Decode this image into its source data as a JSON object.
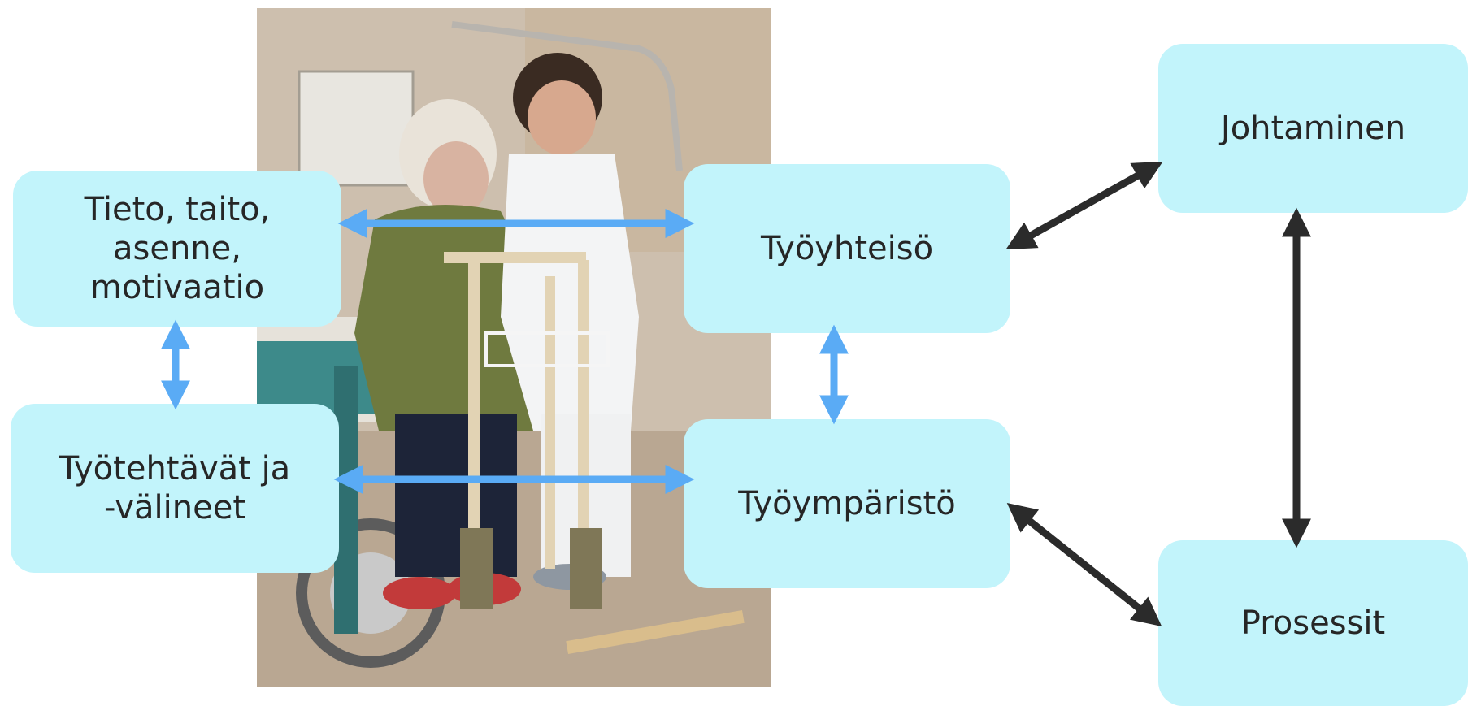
{
  "boxes": {
    "tieto": [
      "Tieto, taito,",
      "asenne,",
      "motivaatio"
    ],
    "tyotehtavat": [
      "Työtehtävät ja",
      "-välineet"
    ],
    "tyoyhteiso": [
      "Työyhteisö"
    ],
    "tyoymparisto": [
      "Työympäristö"
    ],
    "johtaminen": [
      "Johtaminen"
    ],
    "prosessit": [
      "Prosessit"
    ]
  },
  "colors": {
    "box_fill": "#c2f4fb",
    "text": "#262626",
    "arrow_blue": "#5aabf5",
    "arrow_dark": "#2b2b2b"
  }
}
